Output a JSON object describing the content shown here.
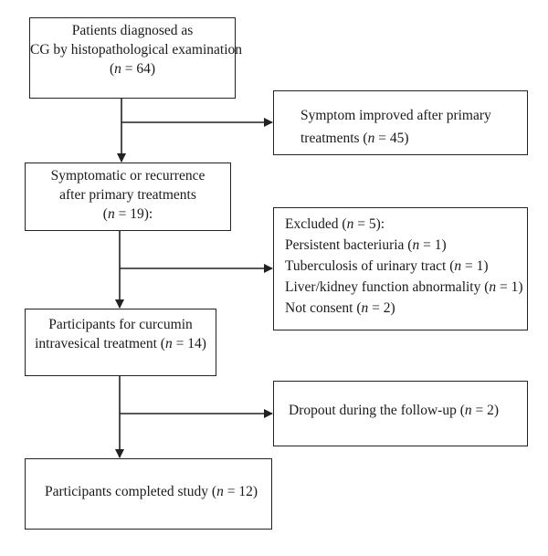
{
  "boxes": {
    "b1": {
      "l1": "Patients diagnosed as",
      "l2": "CG by histopathological examination",
      "n_pre": "(",
      "n": "n",
      "n_post": " = 64)"
    },
    "b2": {
      "l1": "Symptom improved after primary",
      "l2_pre": "treatments (",
      "n": "n",
      "l2_post": " = 45)"
    },
    "b3": {
      "l1": "Symptomatic or recurrence",
      "l2": "after primary treatments",
      "n_pre": "(",
      "n": "n",
      "n_post": " = 19):"
    },
    "b4": {
      "l1_pre": "Excluded (",
      "l1_n": "n",
      "l1_post": " = 5):",
      "l2_pre": "Persistent bacteriuria (",
      "l2_n": "n",
      "l2_post": " = 1)",
      "l3_pre": "Tuberculosis of urinary tract (",
      "l3_n": "n",
      "l3_post": " = 1)",
      "l4_pre": "Liver/kidney function abnormality (",
      "l4_n": "n",
      "l4_post": " = 1)",
      "l5_pre": "Not consent (",
      "l5_n": "n",
      "l5_post": " = 2)"
    },
    "b5": {
      "l1": "Participants for curcumin",
      "l2_pre": "intravesical treatment (",
      "n": "n",
      "l2_post": " = 14)"
    },
    "b6": {
      "l1_pre": "Dropout during the follow-up (",
      "n": "n",
      "l1_post": " = 2)"
    },
    "b7": {
      "l1_pre": "Participants completed study (",
      "n": "n",
      "l1_post": " = 12)"
    }
  },
  "colors": {
    "line": "#222222",
    "text": "#1a1a1a"
  }
}
